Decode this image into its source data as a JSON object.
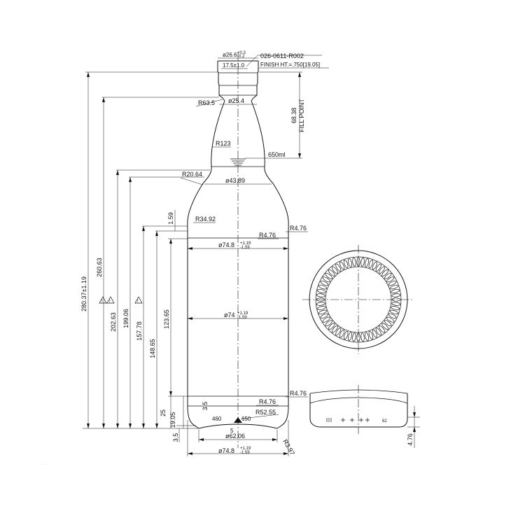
{
  "title_block": {
    "part_number": "026-0611-R002",
    "finish_height": "FINISH HT.=.750[19.05]"
  },
  "capacity": "650ml",
  "fill_point": {
    "value": "68.38",
    "label": "FILL POINT"
  },
  "neck": {
    "finish_dia": "ø26.6",
    "finish_dia_tol_upper": "+0.3",
    "finish_dia_tol_lower": "-0.2",
    "finish_height": "17.5±1.0",
    "radius_top": "R63.5",
    "neck_dia": "ø25.4",
    "radius_mid": "R123",
    "radius_shoulder_top": "R20.64",
    "shoulder_dia": "ø43.89",
    "radius_shoulder": "R34.92",
    "shoulder_gap": "1.59"
  },
  "body": {
    "radius_upper_right": "R4.76",
    "radius_upper_right_2": "R4.76",
    "upper_dia": "ø74.8",
    "upper_dia_tol_upper": "+1.19",
    "upper_dia_tol_lower": "-1.59",
    "mid_dia": "ø74",
    "mid_dia_tol_upper": "+1.19",
    "mid_dia_tol_lower": "-1.59",
    "radius_lower_right": "R4.76",
    "radius_lower_right_2": "R4.76",
    "radius_base": "R52.55",
    "radius_heel": "R3.97",
    "base_dia": "ø62.06",
    "base_gap": "5",
    "bottom_dia": "ø74.8",
    "bottom_dia_tol_upper": "+1.19",
    "bottom_dia_tol_lower": "-1.59",
    "mark_left": "460",
    "mark_right": "650"
  },
  "heights": {
    "overall": "280.37±1.19",
    "h2": "260.63",
    "h3": "202.63",
    "h4": "199.06",
    "h5": "157.78",
    "h6": "148.65",
    "h7": "123.65",
    "h8": "25",
    "h9": "19.05",
    "h10": "3.5",
    "h11": "3.5"
  },
  "base_detail": {
    "knurl_depth": "4.76",
    "mark_right": "62"
  }
}
